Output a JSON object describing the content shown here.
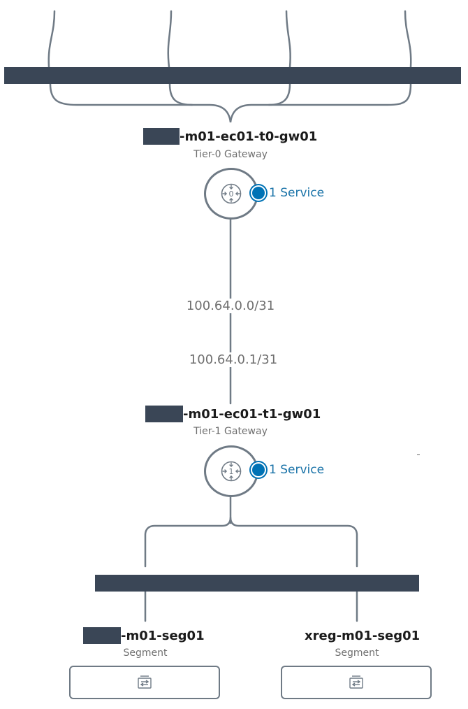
{
  "tier0": {
    "name_suffix": "-m01-ec01-t0-gw01",
    "type": "Tier-0 Gateway",
    "service_label": "1 Service",
    "icon_glyph": "0"
  },
  "link": {
    "upper_subnet": "100.64.0.0/31",
    "lower_subnet": "100.64.0.1/31"
  },
  "tier1": {
    "name_suffix": "-m01-ec01-t1-gw01",
    "type": "Tier-1 Gateway",
    "service_label": "1 Service",
    "icon_glyph": "1"
  },
  "segments": [
    {
      "name": "-m01-seg01",
      "type": "Segment",
      "icon": "segment-icon"
    },
    {
      "name": "xreg-m01-seg01",
      "type": "Segment",
      "icon": "segment-icon"
    }
  ],
  "colors": {
    "wire": "#6f7a85",
    "redaction": "#3a4656",
    "service_blue": "#0072b5",
    "text_muted": "#6f6f6f"
  }
}
